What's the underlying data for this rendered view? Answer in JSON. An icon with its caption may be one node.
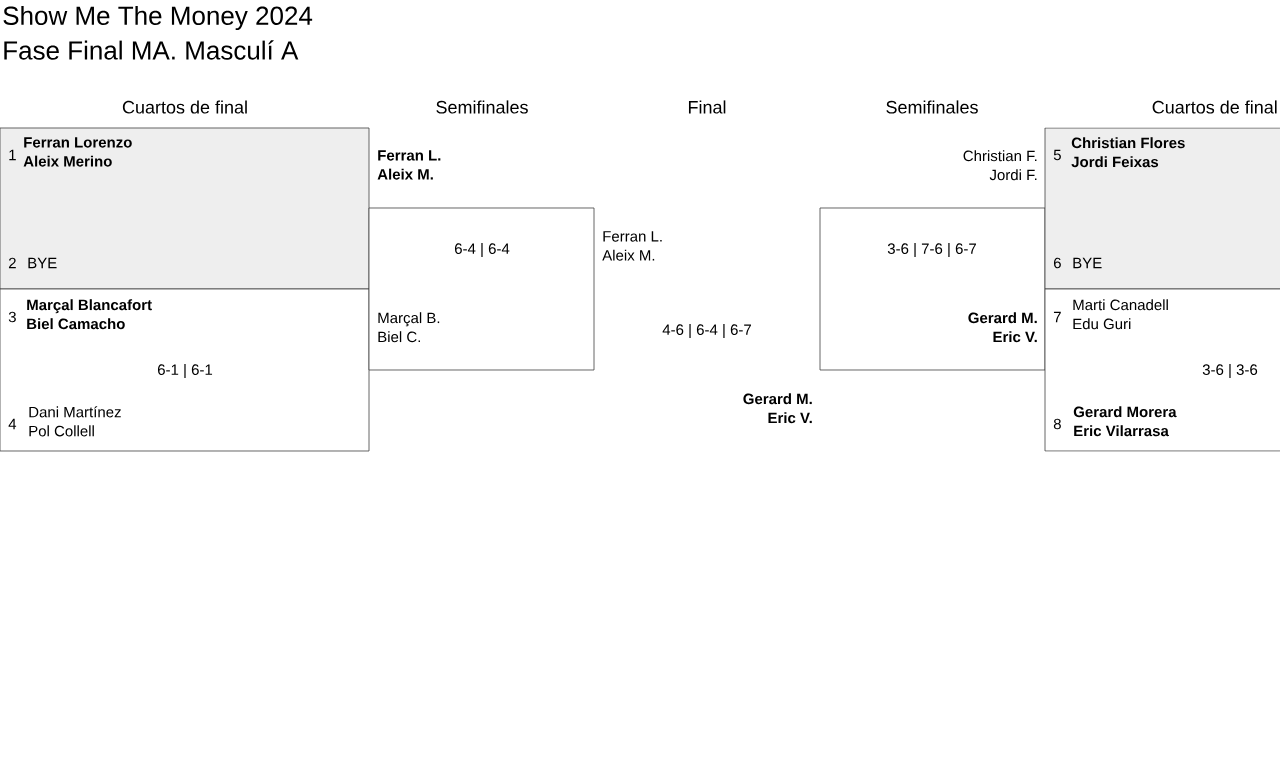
{
  "diagram": {
    "title": "Show Me The Money 2024",
    "nodes": [
      {
        "text": [
          "1",
          "Ferran Lorenzo Aleix Merino",
          "2",
          "BYE"
        ]
      },
      {
        "text": [
          "3",
          "Marçal Blancafort Biel Camacho",
          "6-1 | 6-1",
          "4",
          "Dani Martínez Pol Collell"
        ]
      },
      {
        "text": [
          "Ferran L. Aleix M.",
          "6-4 | 6-4",
          "Marçal B. Biel C."
        ]
      },
      {
        "text": [
          "Christian F. Jordi F.",
          "3-6 | 7-6 | 6-7",
          "Gerard M. Eric V."
        ]
      },
      {
        "text": [
          "5",
          "Christian Flores Jordi Feixas",
          "6",
          "BYE"
        ]
      },
      {
        "text": [
          "7",
          "Marti Canadell Edu Guri",
          "3-6 | 3-6",
          "8",
          "Gerard Morera Eric Vilarrasa"
        ]
      }
    ],
    "labels": [
      "Fase Final MA. Masculí A",
      "Cuartos de final",
      "Semifinales",
      "Final",
      "Semifinales",
      "Cuartos de final",
      "Ferran L. Aleix M.",
      "4-6 | 6-4 | 6-7",
      "Gerard M. Eric V."
    ]
  }
}
